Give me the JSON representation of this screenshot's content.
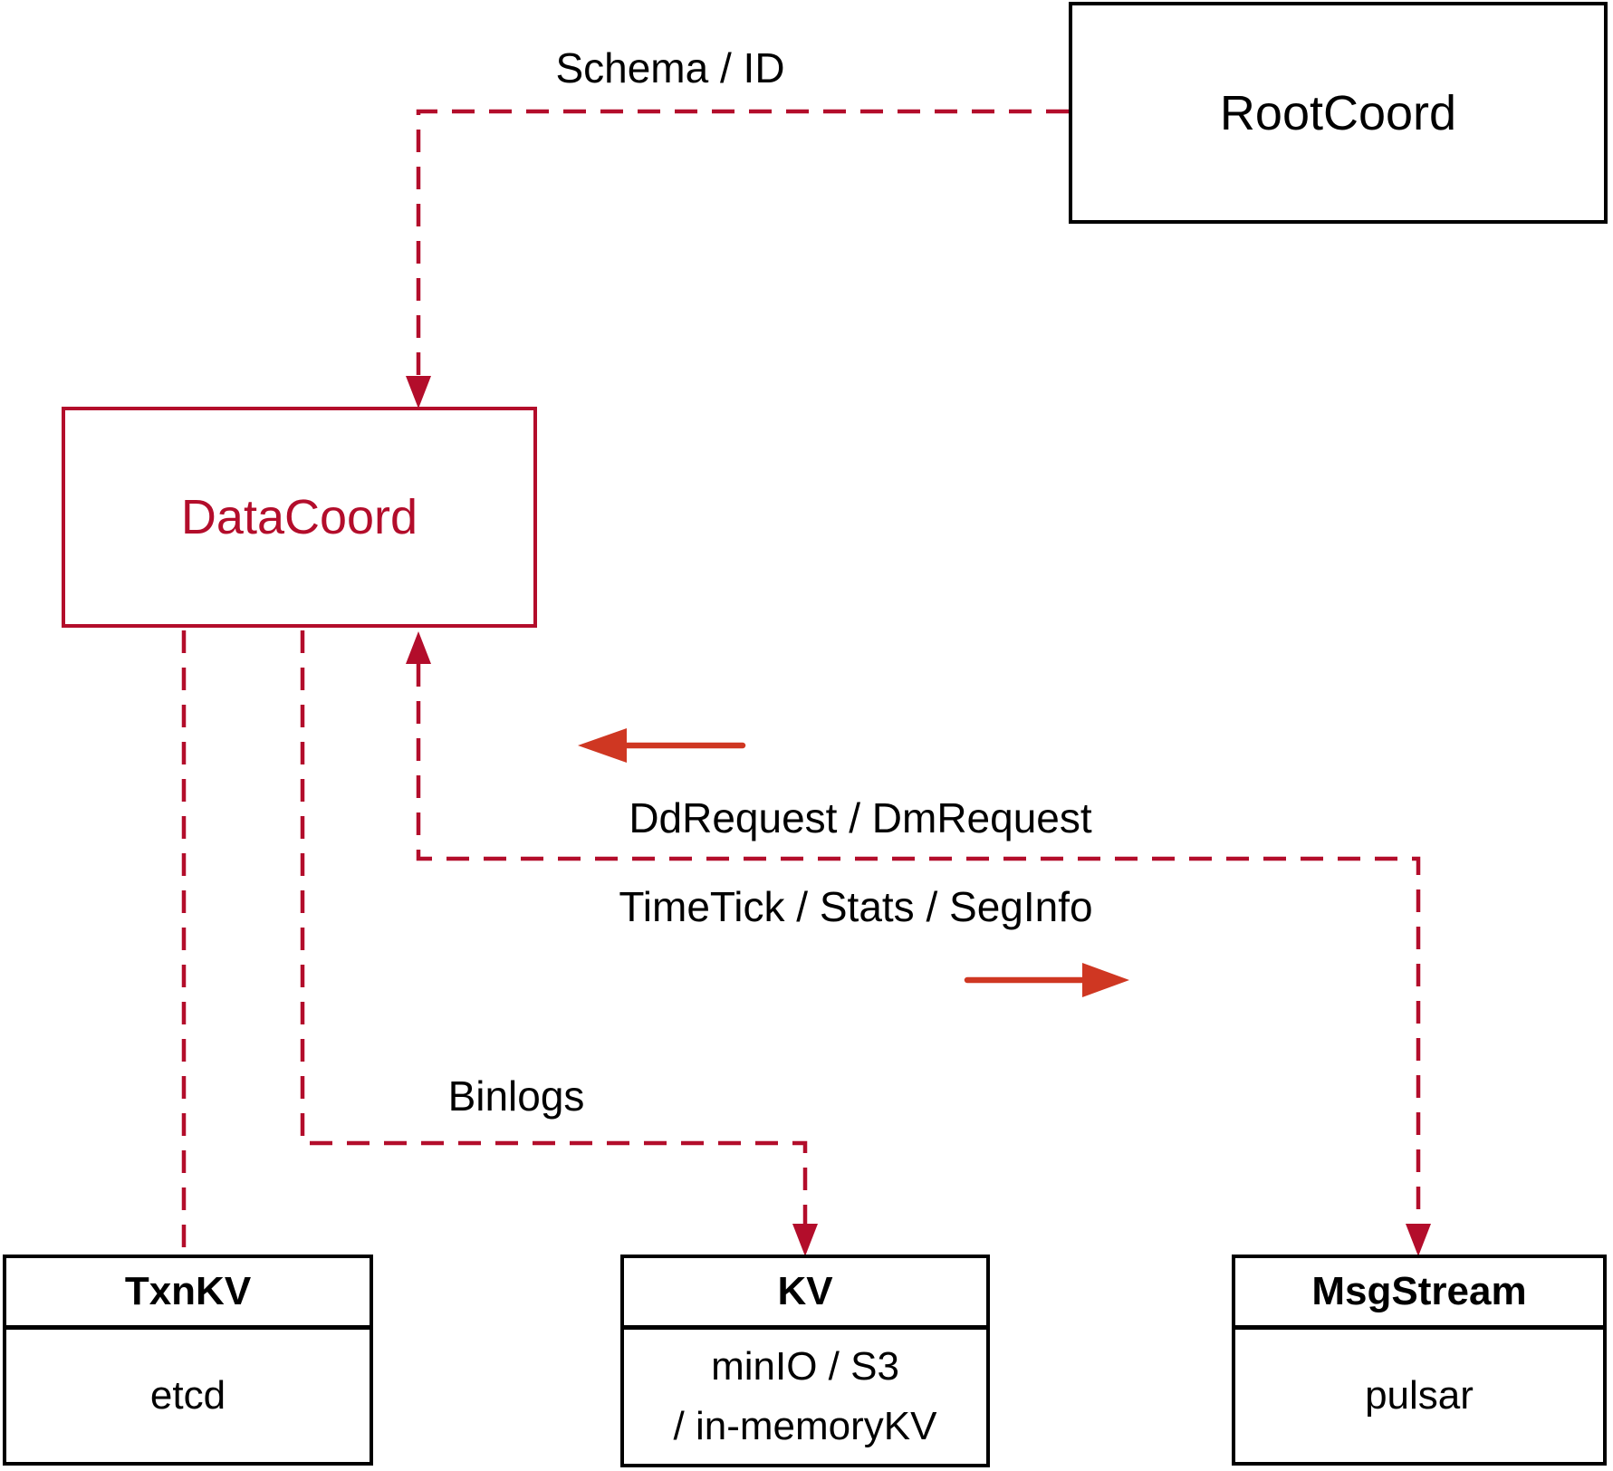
{
  "colors": {
    "dashed_line_red": "#B30D2B",
    "solid_arrow_red": "#CF3722",
    "node_border_black": "#000000",
    "background": "#FFFFFF"
  },
  "nodes": {
    "rootcoord": {
      "label": "RootCoord"
    },
    "datacoord": {
      "label": "DataCoord"
    },
    "txnkv": {
      "title": "TxnKV",
      "body": "etcd"
    },
    "kv": {
      "title": "KV",
      "body_line1": "minIO / S3",
      "body_line2": "/ in-memoryKV"
    },
    "msgstream": {
      "title": "MsgStream",
      "body": "pulsar"
    }
  },
  "edge_labels": {
    "schema_id": "Schema / ID",
    "dd_dm_request": "DdRequest / DmRequest",
    "timetick_stats_seginfo": "TimeTick / Stats / SegInfo",
    "binlogs": "Binlogs"
  }
}
